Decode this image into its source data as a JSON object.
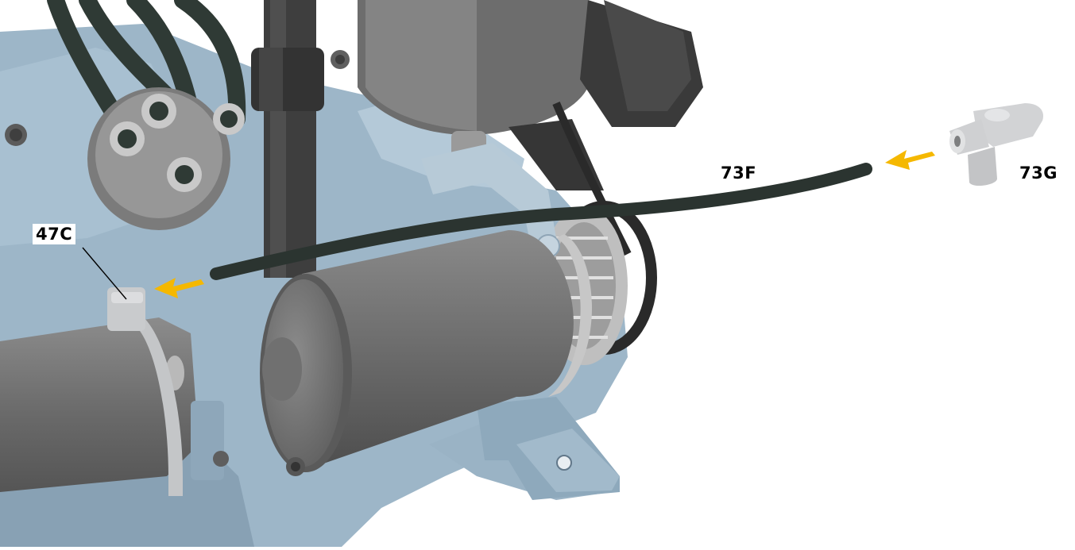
{
  "labels": {
    "clip": "47C",
    "tube": "73F",
    "fitting": "73G"
  },
  "colors": {
    "engine_body": "#9db6c8",
    "engine_shadow": "#7a93a6",
    "motor_gray": "#6e6e6e",
    "tube_dark": "#2b3430",
    "part_light": "#c8c9cb",
    "arrow": "#f5b800",
    "background": "#ffffff"
  }
}
